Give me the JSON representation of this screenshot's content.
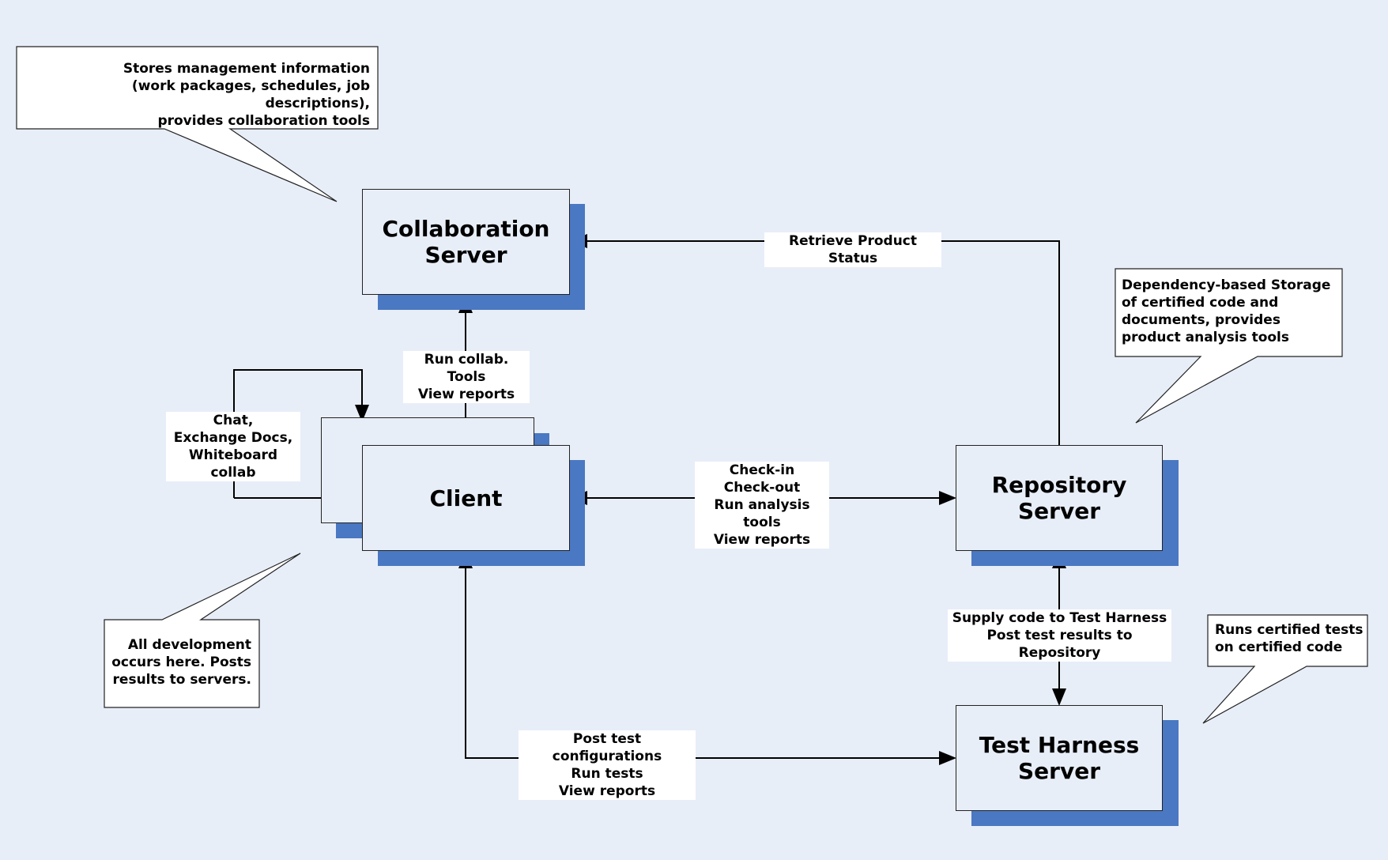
{
  "nodes": {
    "collaboration_server": "Collaboration\nServer",
    "client": "Client",
    "repository_server": "Repository\nServer",
    "test_harness_server": "Test Harness\nServer"
  },
  "edges": {
    "retrieve_status": "Retrieve Product Status",
    "run_collab": "Run collab. Tools\nView reports",
    "chat": "Chat,\nExchange Docs,\nWhiteboard collab",
    "checkin": "Check-in\nCheck-out\nRun analysis tools\nView reports",
    "supply_code": "Supply code to Test Harness\nPost test results to Repository",
    "post_tests": "Post test configurations\nRun tests\nView reports"
  },
  "callouts": {
    "collab_note": "Stores management information\n(work packages, schedules, job descriptions),\nprovides collaboration tools",
    "repo_note": "Dependency-based Storage\nof certified code and\ndocuments, provides\nproduct analysis tools",
    "client_note": "All development\noccurs here.  Posts\nresults to servers.",
    "harness_note": "Runs certified tests\non certified code"
  },
  "colors": {
    "background": "#e8eef8",
    "shadow": "#4a78c2",
    "line": "#000000"
  }
}
